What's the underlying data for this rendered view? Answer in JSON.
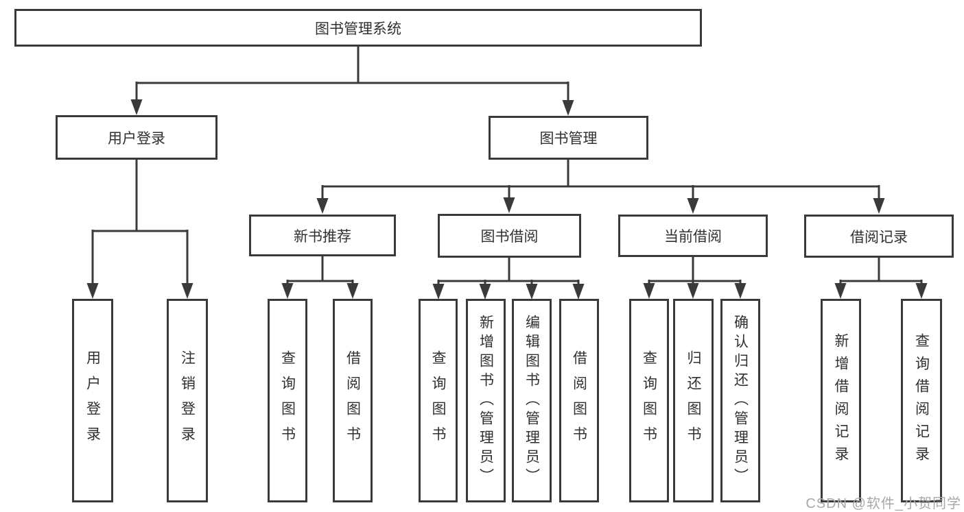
{
  "title": "图书管理系统",
  "level2": {
    "user_login": "用户登录",
    "book_management": "图书管理"
  },
  "level3": {
    "new_book_recommend": "新书推荐",
    "book_borrow": "图书借阅",
    "current_borrow": "当前借阅",
    "borrow_records": "借阅记录"
  },
  "leaves": {
    "user_login": "用户登录",
    "logout": "注销登录",
    "rec_query_books": "查询图书",
    "rec_borrow_books": "借阅图书",
    "bb_query_books": "查询图书",
    "bb_add_books": "新增图书（管理员）",
    "bb_edit_books": "编辑图书（管理员）",
    "bb_borrow_books": "借阅图书",
    "cb_query_books": "查询图书",
    "cb_return_books": "归还图书",
    "cb_confirm_return": "确认归还（管理员）",
    "br_add_record": "新增借阅记录",
    "br_query_record": "查询借阅记录"
  },
  "watermark": "CSDN @软件_小贺同学",
  "colors": {
    "line": "#3a3a3a",
    "text": "#303030",
    "watermark": "#a8a8a8",
    "background": "#ffffff"
  }
}
